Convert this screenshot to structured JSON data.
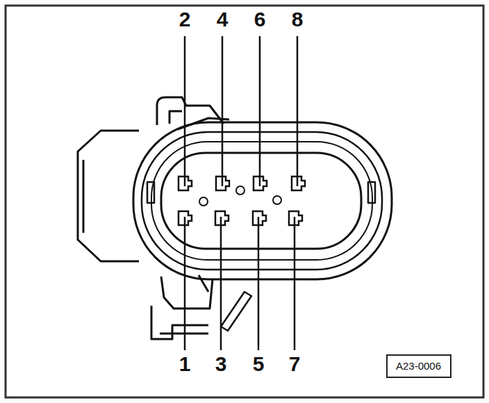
{
  "diagram": {
    "nodes": [
      {
        "text": [
          "A23-0006"
        ]
      }
    ],
    "labels": [
      "2",
      "4",
      "6",
      "8",
      "1",
      "3",
      "5",
      "7"
    ]
  }
}
